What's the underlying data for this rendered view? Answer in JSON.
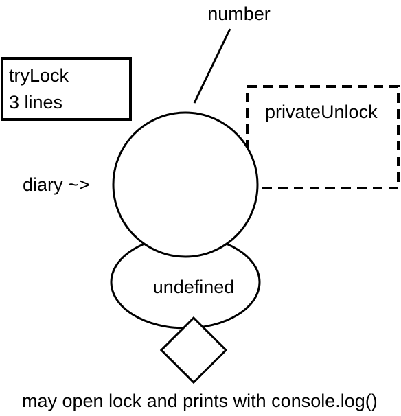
{
  "labels": {
    "number": "number",
    "try_lock_line1": "tryLock",
    "try_lock_line2": "3 lines",
    "private_unlock": "privateUnlock",
    "diary": "diary ~>",
    "undefined": "undefined",
    "caption": "may open lock and prints with console.log()"
  }
}
